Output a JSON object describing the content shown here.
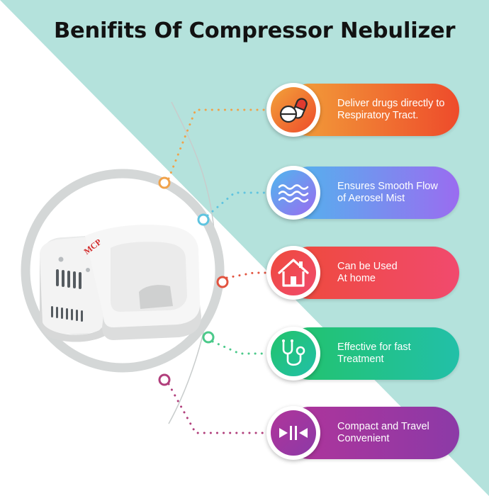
{
  "title": "Benifits Of Compressor Nebulizer",
  "colors": {
    "background": "#ffffff",
    "teal_panel": "#b4e2dc",
    "ring": "#d4d7d7",
    "title": "#121212"
  },
  "product": {
    "brand_logo": "MCP",
    "icon": "nebulizer-device-image"
  },
  "benefits": [
    {
      "icon": "pills-icon",
      "lines": [
        "Deliver drugs directly to",
        "Respiratory Tract."
      ],
      "color_start": "#f2a33a",
      "color_end": "#ee4b2b",
      "dot_color": "#f0a24a"
    },
    {
      "icon": "waves-icon",
      "lines": [
        "Ensures Smooth Flow",
        "of Aerosel Mist"
      ],
      "color_start": "#4fb7ee",
      "color_end": "#9a6cf0",
      "dot_color": "#5fc4e0"
    },
    {
      "icon": "home-icon",
      "lines": [
        "Can be Used",
        "At home"
      ],
      "color_start": "#ee4a3a",
      "color_end": "#f14a6e",
      "dot_color": "#e2533f"
    },
    {
      "icon": "stethoscope-icon",
      "lines": [
        "Effective for fast",
        "Treatment"
      ],
      "color_start": "#22c36a",
      "color_end": "#22c0a8",
      "dot_color": "#4bc98a"
    },
    {
      "icon": "compress-arrows-icon",
      "lines": [
        "Compact and Travel",
        "Convenient"
      ],
      "color_start": "#b0349a",
      "color_end": "#8c3aa7",
      "dot_color": "#b13f7c"
    }
  ]
}
